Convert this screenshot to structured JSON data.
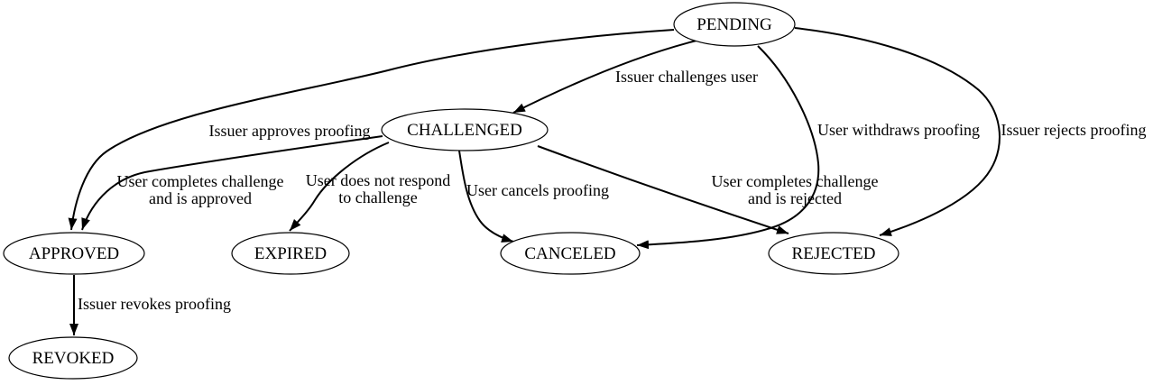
{
  "diagram": {
    "type": "state-machine",
    "colors": {
      "background": "#ffffff",
      "node_fill": "#ffffff",
      "stroke": "#000000",
      "text": "#000000"
    },
    "nodes": [
      {
        "id": "pending",
        "label": "PENDING"
      },
      {
        "id": "challenged",
        "label": "CHALLENGED"
      },
      {
        "id": "approved",
        "label": "APPROVED"
      },
      {
        "id": "expired",
        "label": "EXPIRED"
      },
      {
        "id": "canceled",
        "label": "CANCELED"
      },
      {
        "id": "rejected",
        "label": "REJECTED"
      },
      {
        "id": "revoked",
        "label": "REVOKED"
      }
    ],
    "edges": [
      {
        "from": "PENDING",
        "to": "CHALLENGED",
        "label": "Issuer challenges user"
      },
      {
        "from": "PENDING",
        "to": "APPROVED",
        "label": "Issuer approves proofing"
      },
      {
        "from": "PENDING",
        "to": "CANCELED",
        "label": "User withdraws proofing"
      },
      {
        "from": "PENDING",
        "to": "REJECTED",
        "label": "Issuer rejects proofing"
      },
      {
        "from": "CHALLENGED",
        "to": "APPROVED",
        "label_lines": [
          "User completes challenge",
          "and is approved"
        ]
      },
      {
        "from": "CHALLENGED",
        "to": "EXPIRED",
        "label_lines": [
          "User does not respond",
          "to challenge"
        ]
      },
      {
        "from": "CHALLENGED",
        "to": "CANCELED",
        "label": "User cancels proofing"
      },
      {
        "from": "CHALLENGED",
        "to": "REJECTED",
        "label_lines": [
          "User completes challenge",
          "and is rejected"
        ]
      },
      {
        "from": "APPROVED",
        "to": "REVOKED",
        "label": "Issuer revokes proofing"
      }
    ]
  }
}
